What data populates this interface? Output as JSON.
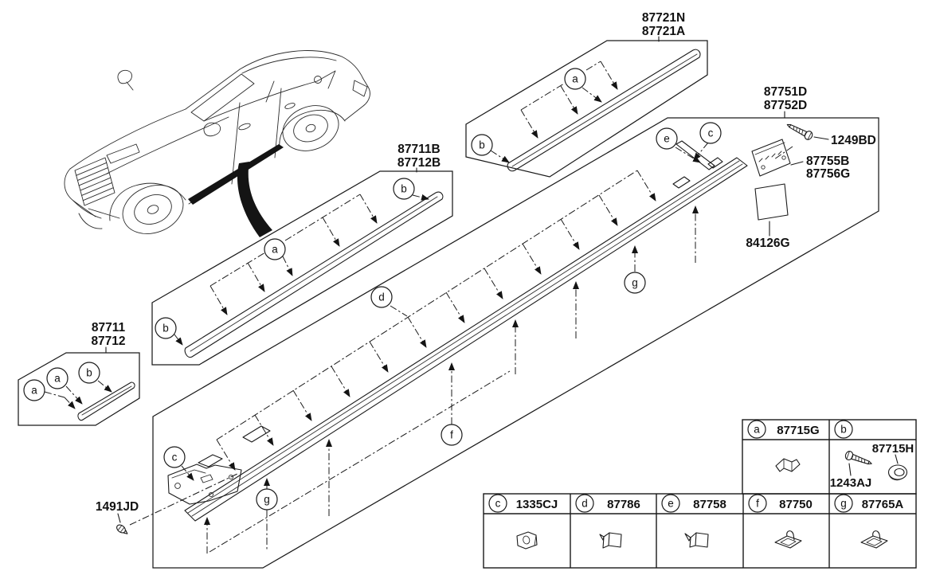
{
  "letters": {
    "a": "a",
    "b": "b",
    "c": "c",
    "d": "d",
    "e": "e",
    "f": "f",
    "g": "g"
  },
  "labels": {
    "m87721_1": "87721N",
    "m87721_2": "87721A",
    "m87711b_1": "87711B",
    "m87711b_2": "87712B",
    "m87751d_1": "87751D",
    "m87751d_2": "87752D",
    "m87711_1": "87711",
    "m87711_2": "87712",
    "s1249bd": "1249BD",
    "b87755b": "87755B",
    "b87756g": "87756G",
    "p84126g": "84126G",
    "s1491jd": "1491JD"
  },
  "legend": {
    "a": "87715G",
    "b_grommet": "87715H",
    "b_screw": "1243AJ",
    "c": "1335CJ",
    "d": "87786",
    "e": "87758",
    "f": "87750",
    "g": "87765A"
  }
}
